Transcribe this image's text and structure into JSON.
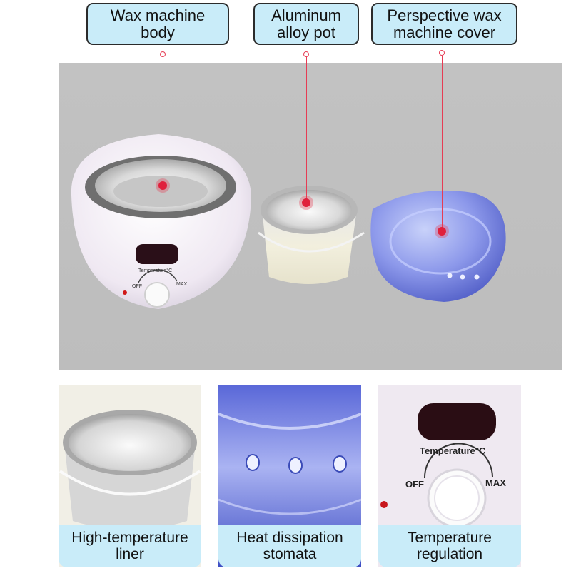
{
  "labels": {
    "body": "Wax machine\nbody",
    "pot": "Aluminum\nalloy pot",
    "cover": "Perspective wax\nmachine cover"
  },
  "hero": {
    "panel_text": "Temperature°C",
    "off": "OFF",
    "max": "MAX"
  },
  "details": [
    {
      "caption": "High-temperature\nliner"
    },
    {
      "caption": "Heat dissipation\nstomata"
    },
    {
      "caption": "Temperature\nregulation",
      "panel_text": "Temperature°C",
      "off": "OFF",
      "max": "MAX"
    }
  ],
  "colors": {
    "label_bg": "#c9ecf9",
    "marker": "#e63c54",
    "cover_blue": "#6f82e8",
    "machine_white": "#f3eef5"
  }
}
